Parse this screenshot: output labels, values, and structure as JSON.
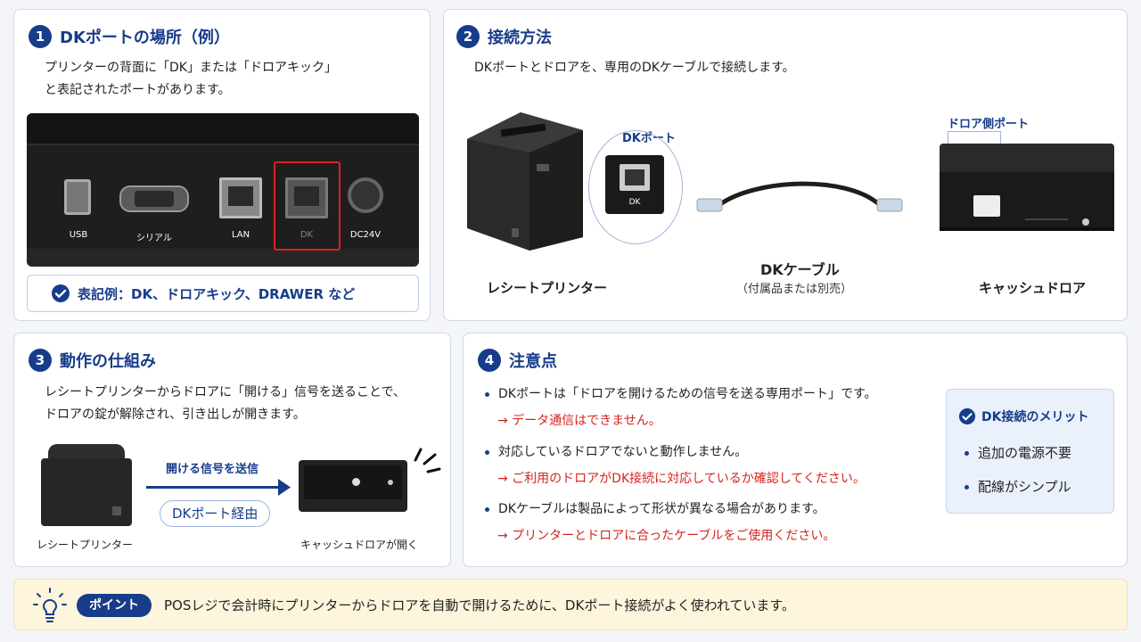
{
  "panel1": {
    "number": "1",
    "title": "DKポートの場所（例）",
    "desc_line1": "プリンターの背面に「DK」または「ドロアキック」",
    "desc_line2": "と表記されたポートがあります。",
    "ports": [
      "USB",
      "シリアル",
      "LAN",
      "DK",
      "DC24V"
    ],
    "note": "表記例：DK、ドロアキック、DRAWER など"
  },
  "panel2": {
    "number": "2",
    "title": "接続方法",
    "desc": "DKポートとドロアを、専用のDKケーブルで接続します。",
    "dk_port_label": "DKポート",
    "dk_port_inset_label": "DK",
    "drawer_port_label": "ドロア側ポート",
    "printer_label": "レシートプリンター",
    "cable_label": "DKケーブル",
    "cable_sub": "（付属品または別売）",
    "drawer_label": "キャッシュドロア"
  },
  "panel3": {
    "number": "3",
    "title": "動作の仕組み",
    "desc_line1": "レシートプリンターからドロアに「開ける」信号を送ることで、",
    "desc_line2": "ドロアの錠が解除され、引き出しが開きます。",
    "signal_label": "開ける信号を送信",
    "via_label": "DKポート経由",
    "printer_label": "レシートプリンター",
    "drawer_label": "キャッシュドロアが開く"
  },
  "panel4": {
    "number": "4",
    "title": "注意点",
    "items": [
      {
        "text": "DKポートは「ドロアを開けるための信号を送る専用ポート」です。",
        "note": "→ データ通信はできません。"
      },
      {
        "text": "対応しているドロアでないと動作しません。",
        "note": "→ ご利用のドロアがDK接続に対応しているか確認してください。"
      },
      {
        "text": "DKケーブルは製品によって形状が異なる場合があります。",
        "note": "→ プリンターとドロアに合ったケーブルをご使用ください。"
      }
    ],
    "merit_title": "DK接続のメリット",
    "merits": [
      "追加の電源不要",
      "配線がシンプル"
    ]
  },
  "footer": {
    "badge": "ポイント",
    "text": "POSレジで会計時にプリンターからドロアを自動で開けるために、DKポート接続がよく使われています。"
  },
  "colors": {
    "navy": "#173c8a",
    "red": "#d6241f",
    "footer_bg": "#fdf5dc",
    "merit_bg": "#eaf1fb"
  }
}
